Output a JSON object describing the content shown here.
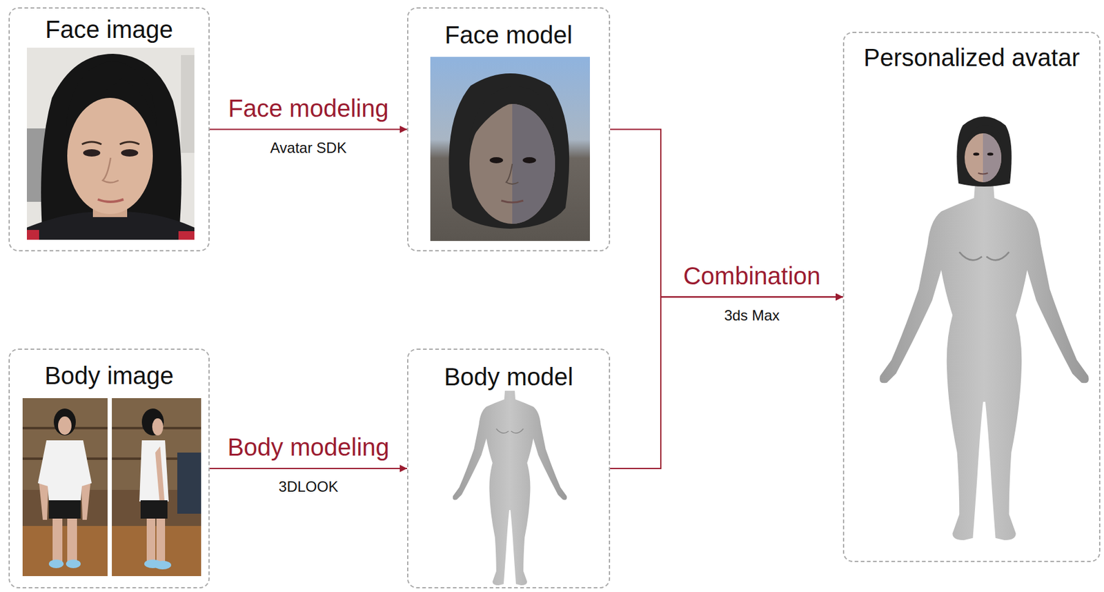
{
  "diagram": {
    "nodes": [
      {
        "text": [
          "Face image"
        ]
      },
      {
        "text": [
          "Face model"
        ]
      },
      {
        "text": [
          "Personalized avatar"
        ]
      },
      {
        "text": [
          "Body image"
        ]
      },
      {
        "text": [
          "Body model"
        ]
      }
    ],
    "edges": [
      {
        "from": 0,
        "to": 1,
        "arrow": "to",
        "label": "Face modeling"
      },
      {
        "from": 3,
        "to": 4,
        "arrow": "to",
        "label": "Body modeling"
      },
      {
        "from": 1,
        "to": 2,
        "arrow": "to",
        "label": "Combination"
      },
      {
        "from": 4,
        "to": 2,
        "arrow": "to"
      }
    ],
    "labels": [
      "Avatar SDK",
      "3DLOOK",
      "3ds Max"
    ]
  }
}
